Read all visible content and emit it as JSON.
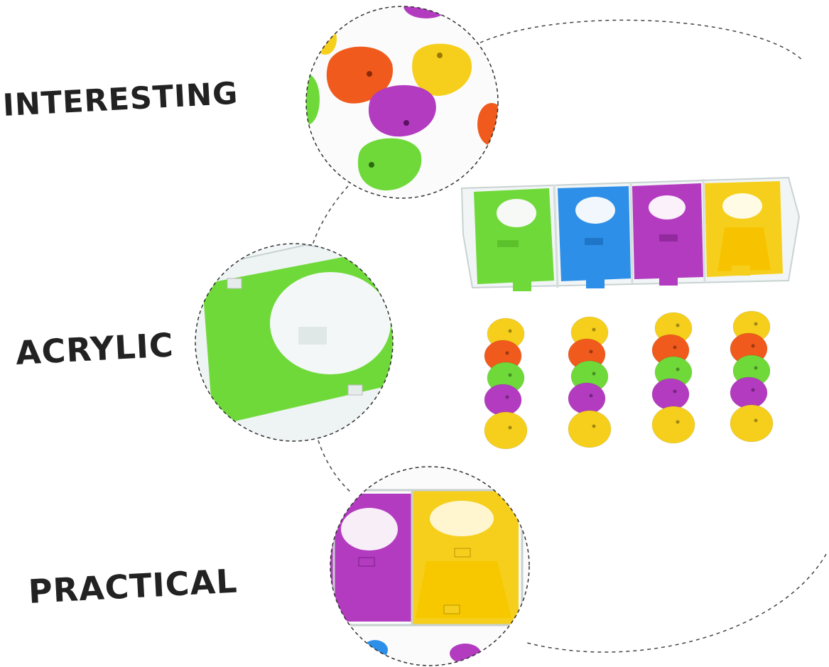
{
  "labels": {
    "interesting": "INTERESTING",
    "acrylic": "ACRYLIC",
    "practical": "PRACTICAL"
  },
  "colors": {
    "green": "#6fd93a",
    "blue": "#2e8fe8",
    "purple": "#b33bc0",
    "yellow": "#f6cf1c",
    "orange": "#f05a1c",
    "text": "#222222",
    "dashed_line": "#444444"
  },
  "product": {
    "compartments": [
      "green",
      "blue",
      "purple",
      "yellow"
    ],
    "token_column_order": [
      "yellow",
      "orange",
      "green",
      "purple",
      "yellow"
    ],
    "token_column_count": 4
  }
}
